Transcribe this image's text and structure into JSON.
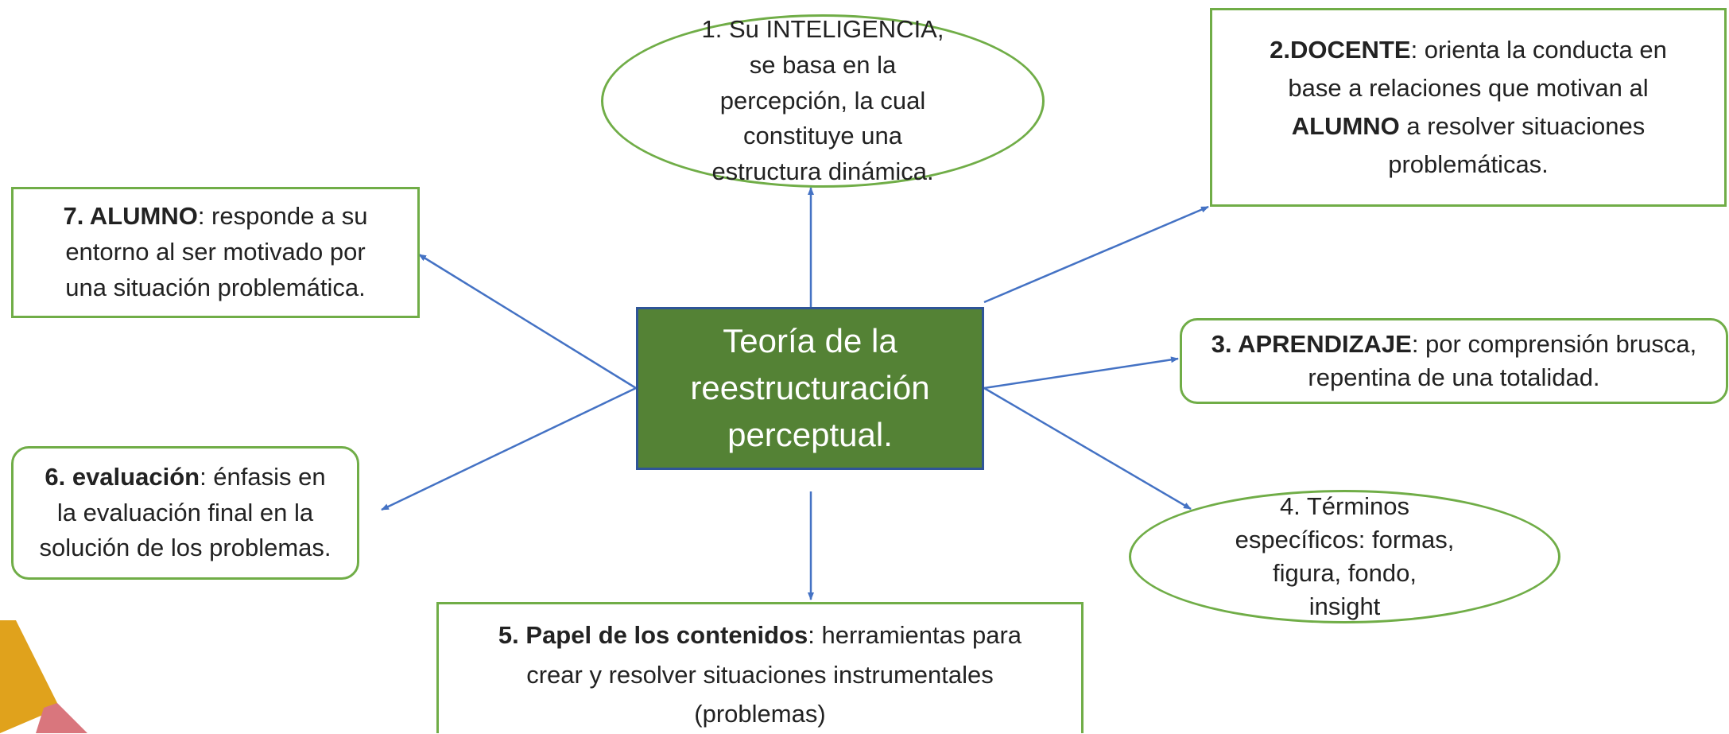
{
  "center": {
    "label": "Teoría de la reestructuración perceptual."
  },
  "nodes": {
    "n1": {
      "num": "1.",
      "text": " Su INTELIGENCIA, se basa en la percepción, la cual constituye una estructura  dinámica."
    },
    "n2": {
      "num": "2.DOCENTE",
      "text": ": orienta la conducta en base a relaciones que motivan al ",
      "bold2": "ALUMNO",
      "text2": " a resolver situaciones problemáticas."
    },
    "n3": {
      "num": "3. APRENDIZAJE",
      "text": ": por comprensión brusca, repentina de una totalidad."
    },
    "n4": {
      "num": "4.",
      "text": " Términos específicos:  formas, figura, fondo, insight"
    },
    "n5": {
      "num": "5. Papel de los contenidos",
      "text": ": herramientas  para crear y resolver situaciones instrumentales (problemas)"
    },
    "n6": {
      "num": "6. evaluación",
      "text": ": énfasis en la evaluación final en la solución de los problemas."
    },
    "n7": {
      "num": "7. ALUMNO",
      "text": ": responde a su entorno al ser motivado por una situación problemática."
    }
  },
  "colors": {
    "node_border": "#70ad47",
    "center_fill": "#548235",
    "center_border": "#2f5597",
    "arrow": "#4472c4",
    "deco_gold": "#e0a21c",
    "deco_pink": "#d9767d"
  }
}
